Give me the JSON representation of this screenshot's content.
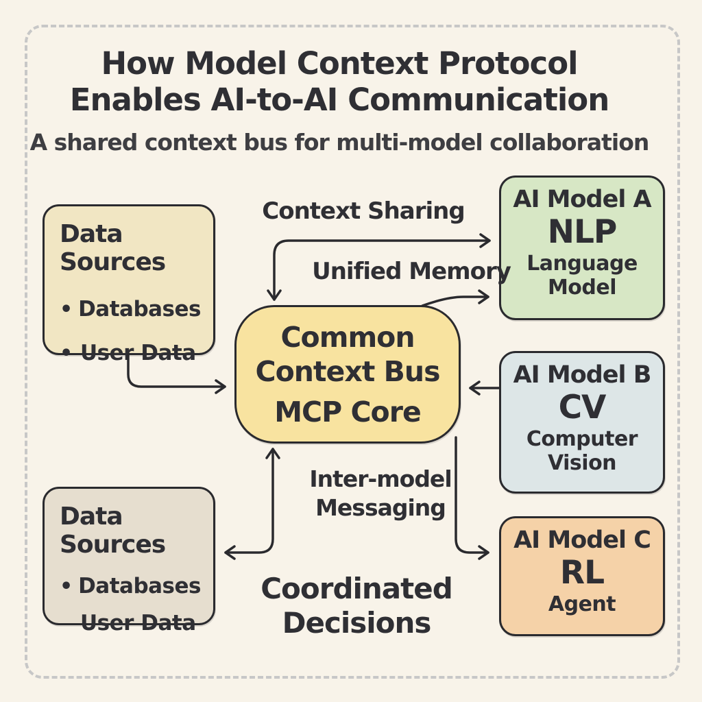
{
  "title": {
    "line1": "How Model Context Protocol",
    "line2": "Enables AI-to-AI Communication",
    "subtitle": "A shared context bus for multi-model collaboration"
  },
  "boxes": {
    "data_sources_top": {
      "title": "Data Sources",
      "items": [
        {
          "bullet": "•",
          "label": "Databases"
        },
        {
          "bullet": "•",
          "label": "User Data"
        }
      ],
      "fill": "#f1e6c3"
    },
    "mcp_core": {
      "lines": [
        "Common",
        "Context Bus",
        "MCP Core"
      ],
      "fill": "#f8e3a0"
    },
    "model_a": {
      "title": "AI Model A",
      "abbr": "NLP",
      "desc_line1": "Language",
      "desc_line2": "Model",
      "fill": "#d7e7c5"
    },
    "model_b": {
      "title": "AI Model B",
      "abbr": "CV",
      "desc_line1": "Computer",
      "desc_line2": "Vision",
      "fill": "#dde6e7"
    },
    "model_c": {
      "title": "AI Model C",
      "abbr": "RL",
      "desc_line1": "Agent",
      "fill": "#f5d2a8"
    },
    "data_sources_bottom": {
      "title": "Data Sources",
      "items": [
        {
          "bullet": "•",
          "label": "Databases"
        },
        {
          "bullet": "",
          "label": "User Data"
        }
      ],
      "fill": "#e6decf"
    }
  },
  "edge_labels": {
    "context_sharing": "Context Sharing",
    "unified_memory": "Unified Memory",
    "inter_model_line1": "Inter-model",
    "inter_model_line2": "Messaging",
    "coordinated_line1": "Coordinated",
    "coordinated_line2": "Decisions"
  },
  "colors": {
    "background": "#f8f3e9",
    "node_border": "#2a2a2e",
    "arrow": "#2a2a2e",
    "text": "#2f2f34",
    "dashed_frame": "#c7c7c7"
  }
}
